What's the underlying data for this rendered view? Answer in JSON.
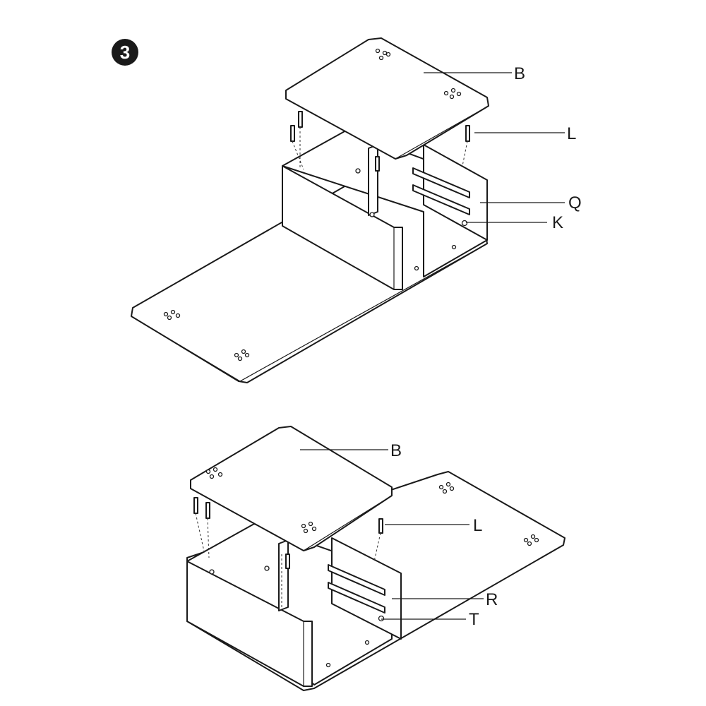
{
  "step_number": "3",
  "top_figure": {
    "labels": {
      "panel": "B",
      "dowel": "L",
      "rail": "Q",
      "screw": "K"
    }
  },
  "bottom_figure": {
    "labels": {
      "panel": "B",
      "dowel": "L",
      "rail": "R",
      "screw": "T"
    }
  }
}
